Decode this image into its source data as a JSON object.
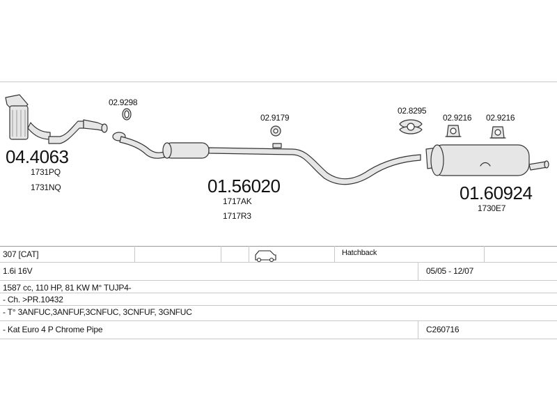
{
  "parts": {
    "catalyst": {
      "code": "04.4063",
      "refs": [
        "1731PQ",
        "1731NQ"
      ]
    },
    "front_clamp": {
      "code": "02.9298"
    },
    "middle_pipe": {
      "code": "01.56020",
      "refs": [
        "1717AK",
        "1717R3"
      ]
    },
    "middle_hanger": {
      "code": "02.9179"
    },
    "rear_mount": {
      "code": "02.8295"
    },
    "rear_hanger_1": {
      "code": "02.9216"
    },
    "rear_hanger_2": {
      "code": "02.9216"
    },
    "rear_silencer": {
      "code": "01.60924",
      "refs": [
        "1730E7"
      ]
    }
  },
  "vehicle_table": {
    "model": "307 [CAT]",
    "body_icon": "hatchback-car-icon",
    "body_type": "Hatchback",
    "engine": "1.6i 16V",
    "dates": "05/05 - 12/07",
    "specs": "1587 cc, 110 HP, 81 KW M° TUJP4-",
    "chassis": "- Ch. >PR.10432",
    "type_codes": "- T° 3ANFUC,3ANFUF,3CNFUC, 3CNFUF, 3GNFUC",
    "note": "- Kat Euro 4 P Chrome Pipe",
    "kit_code": "C260716"
  },
  "colors": {
    "line": "#c9c9c9",
    "part_fill": "#e6e6e6",
    "part_stroke": "#333333"
  }
}
